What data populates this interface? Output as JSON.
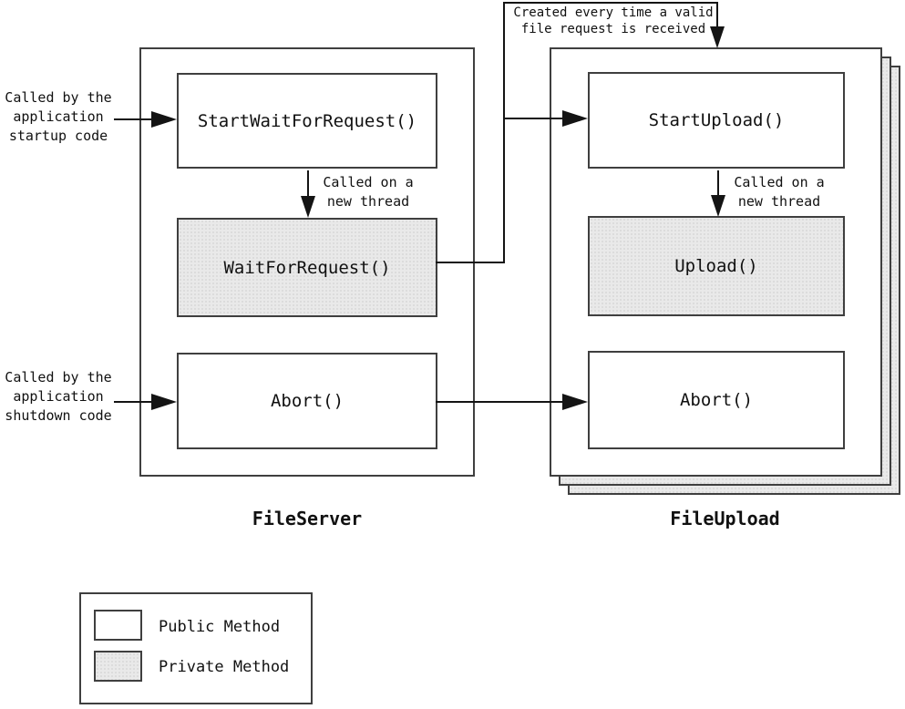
{
  "colors": {
    "background": "#ffffff",
    "frame_border": "#3f3f3f",
    "connector_line": "#141414",
    "private_fill": "#e9e9e9",
    "public_fill": "#ffffff",
    "text": "#111111"
  },
  "file_server": {
    "label": "FileServer",
    "methods": [
      {
        "name": "StartWaitForRequest()",
        "visibility": "public"
      },
      {
        "name": "WaitForRequest()",
        "visibility": "private"
      },
      {
        "name": "Abort()",
        "visibility": "public"
      }
    ]
  },
  "file_upload": {
    "label": "FileUpload",
    "methods": [
      {
        "name": "StartUpload()",
        "visibility": "public"
      },
      {
        "name": "Upload()",
        "visibility": "private"
      },
      {
        "name": "Abort()",
        "visibility": "public"
      }
    ]
  },
  "annotations": {
    "created": {
      "line1": "Created every time a valid",
      "line2": "file request is received"
    },
    "startup": {
      "line1": "Called by the",
      "line2": "application",
      "line3": "startup code"
    },
    "shutdown": {
      "line1": "Called by the",
      "line2": "application",
      "line3": "shutdown code"
    },
    "thread_left": {
      "line1": "Called on a",
      "line2": "new thread"
    },
    "thread_right": {
      "line1": "Called on a",
      "line2": "new thread"
    }
  },
  "legend": {
    "public_label": "Public Method",
    "private_label": "Private Method"
  }
}
